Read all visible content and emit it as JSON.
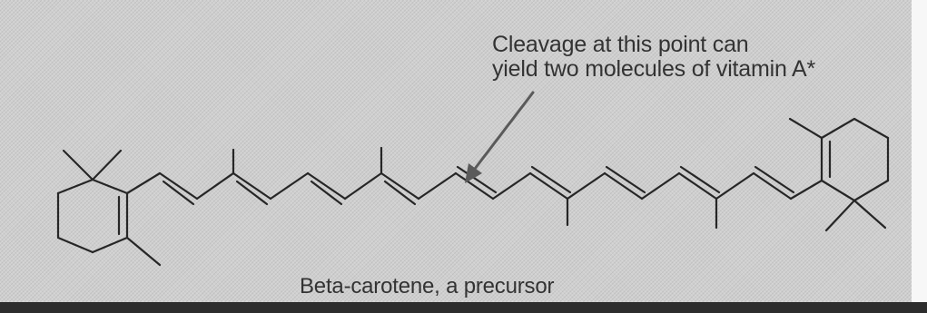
{
  "annotation": {
    "line1": "Cleavage at this point can",
    "line2": "yield two molecules of vitamin A*"
  },
  "molecule_name": "Beta-carotene, a precursor",
  "colors": {
    "ink": "#262626",
    "paper": "#cfcfcf",
    "text": "#333333"
  }
}
